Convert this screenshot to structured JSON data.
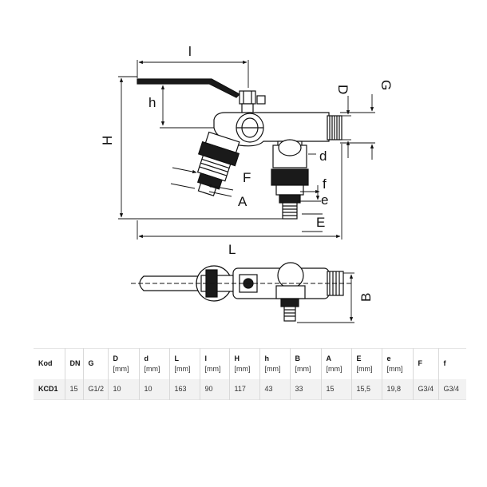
{
  "drawing": {
    "labels": {
      "l": "l",
      "h_small": "h",
      "H": "H",
      "D": "D",
      "G": "G",
      "d": "d",
      "F": "F",
      "f": "f",
      "A": "A",
      "e": "e",
      "E": "E",
      "L": "L",
      "B": "B"
    }
  },
  "table": {
    "headers": [
      {
        "name": "Kod",
        "unit": ""
      },
      {
        "name": "DN",
        "unit": ""
      },
      {
        "name": "G",
        "unit": ""
      },
      {
        "name": "D",
        "unit": "[mm]"
      },
      {
        "name": "d",
        "unit": "[mm]"
      },
      {
        "name": "L",
        "unit": "[mm]"
      },
      {
        "name": "l",
        "unit": "[mm]"
      },
      {
        "name": "H",
        "unit": "[mm]"
      },
      {
        "name": "h",
        "unit": "[mm]"
      },
      {
        "name": "B",
        "unit": "[mm]"
      },
      {
        "name": "A",
        "unit": "[mm]"
      },
      {
        "name": "E",
        "unit": "[mm]"
      },
      {
        "name": "e",
        "unit": "[mm]"
      },
      {
        "name": "F",
        "unit": ""
      },
      {
        "name": "f",
        "unit": ""
      }
    ],
    "rows": [
      [
        "KCD1",
        "15",
        "G1/2",
        "10",
        "10",
        "163",
        "90",
        "117",
        "43",
        "33",
        "15",
        "15,5",
        "19,8",
        "G3/4",
        "G3/4"
      ]
    ]
  }
}
